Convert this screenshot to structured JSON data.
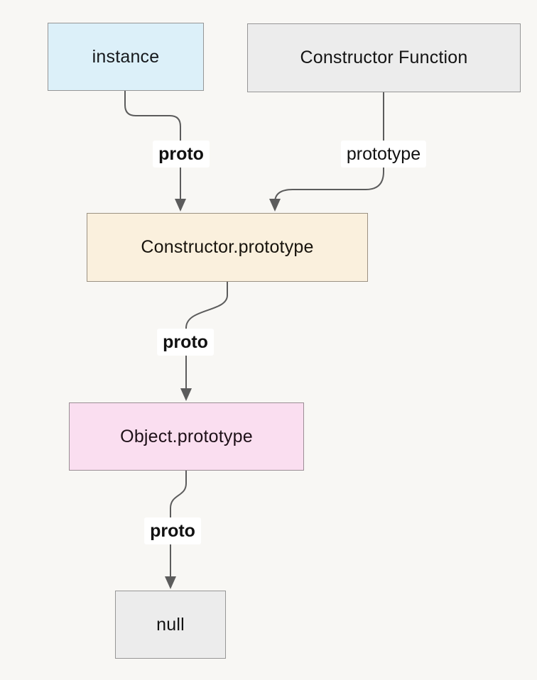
{
  "diagram": {
    "description": "JavaScript prototype chain flowchart",
    "background_color": "#f8f7f4",
    "edge_color": "#5c5c5c",
    "edge_label_background": "#ffffff",
    "edge_label_text_color": "#111111",
    "nodes": {
      "instance": {
        "label": "instance",
        "fill": "#dcf0f9",
        "border": "#969696",
        "text_color": "#16191d"
      },
      "constructor_function": {
        "label": "Constructor Function",
        "fill": "#ececec",
        "border": "#969696",
        "text_color": "#131313"
      },
      "constructor_prototype": {
        "label": "Constructor.prototype",
        "fill": "#faf0dd",
        "border": "#9b9182",
        "text_color": "#17130c"
      },
      "object_prototype": {
        "label": "Object.prototype",
        "fill": "#fadef0",
        "border": "#9a8d94",
        "text_color": "#1e1018"
      },
      "null_node": {
        "label": "null",
        "fill": "#ececec",
        "border": "#969696",
        "text_color": "#131313"
      }
    },
    "edges": [
      {
        "from": "instance",
        "to": "constructor_prototype",
        "label": "proto",
        "bold": true
      },
      {
        "from": "constructor_function",
        "to": "constructor_prototype",
        "label": "prototype",
        "bold": false
      },
      {
        "from": "constructor_prototype",
        "to": "object_prototype",
        "label": "proto",
        "bold": true
      },
      {
        "from": "object_prototype",
        "to": "null_node",
        "label": "proto",
        "bold": true
      }
    ]
  }
}
